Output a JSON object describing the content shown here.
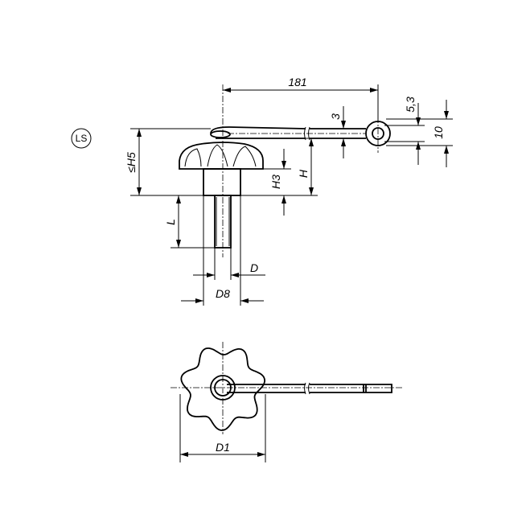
{
  "badge": "LS",
  "dimensions": {
    "length": "181",
    "rod": "3",
    "hole": "5,3",
    "eye": "10",
    "h5": "≤H5",
    "h3": "H3",
    "h": "H",
    "l": "L",
    "d": "D",
    "d8": "D8",
    "d1": "D1"
  }
}
